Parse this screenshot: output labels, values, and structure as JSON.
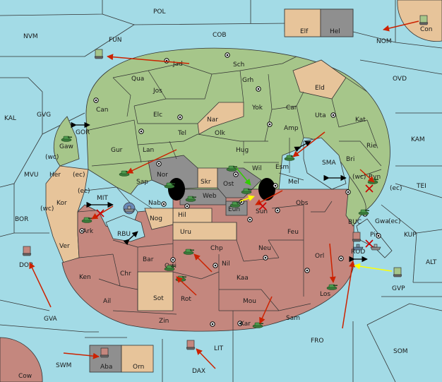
{
  "map": {
    "regions": {
      "pol": "POL",
      "nvm": "NVM",
      "fun": "FUN",
      "cob": "COB",
      "nom": "NOM",
      "con": "Con",
      "elf": "Elf",
      "hel": "Hel",
      "jad": "Jad",
      "sch": "Sch",
      "ovd": "OVD",
      "qua": "Qua",
      "grh": "Grh",
      "eld": "Eld",
      "jos": "Jos",
      "kal": "KAL",
      "gvg": "GVG",
      "can": "Can",
      "yok": "Yok",
      "car": "Car",
      "uta": "Uta",
      "kat": "Kat",
      "elc": "Elc",
      "nar": "Nar",
      "amp": "Amp",
      "kam": "KAM",
      "gor": "GOR",
      "gaw": "Gaw",
      "tel": "Tel",
      "olk": "Olk",
      "rie": "Rie",
      "gur": "Gur",
      "lan": "Lan",
      "hug": "Hug",
      "bri": "Bri",
      "esm": "Esm",
      "sma": "SMA",
      "mvu": "MVU",
      "wc1": "(wc)",
      "her": "Her",
      "ec1": "(ec)",
      "sap": "Sap",
      "nor": "Nor",
      "skr": "Skr",
      "wil": "Wil",
      "mel": "Mel",
      "wc2": "(wc)",
      "byn": "Byn",
      "ec2": "(ec)",
      "tei": "TEI",
      "mit": "MIT",
      "ec3": "(ec)",
      "ost": "Ost",
      "web": "Web",
      "wc3": "(wc)",
      "kor": "Kor",
      "nab": "Nab",
      "eun": "Eun",
      "obs": "Obs",
      "gwa": "Gwa",
      "ec4": "(ec)",
      "bor": "BOR",
      "hil": "Hil",
      "sun": "Sun",
      "buc": "BUC",
      "kup": "KUP",
      "ark": "Ark",
      "rbu": "RBU",
      "nog": "Nog",
      "uru": "Uru",
      "feu": "Feu",
      "pir": "Pir",
      "ver": "Ver",
      "chp": "Chp",
      "neu": "Neu",
      "rod": "ROD",
      "dor": "DOR",
      "bar": "Bar",
      "orl": "Orl",
      "alt": "ALT",
      "qwi": "Qwi",
      "nil": "Nil",
      "ken": "Ken",
      "chr": "Chr",
      "kaa": "Kaa",
      "gvp": "GVP",
      "los": "Los",
      "sot": "Sot",
      "rot": "Rot",
      "ail": "Ail",
      "mou": "Mou",
      "gva": "GVA",
      "zin": "Zin",
      "kar": "Kar",
      "sam": "Sam",
      "fro": "FRO",
      "som": "SOM",
      "lit": "LIT",
      "swm": "SWM",
      "aba": "Aba",
      "orn": "Orn",
      "dax": "DAX",
      "cow": "Cow"
    },
    "colors": {
      "sea": "#a3dbe6",
      "power_green": "#a6c68a",
      "power_pink": "#c4877e",
      "neutral_tan": "#e7c49a",
      "impassable_grey": "#8f8f8f",
      "move_arrow": "#cc2200",
      "support_arrow_green": "#33cc00",
      "support_arrow_yellow": "#ffff00"
    }
  }
}
